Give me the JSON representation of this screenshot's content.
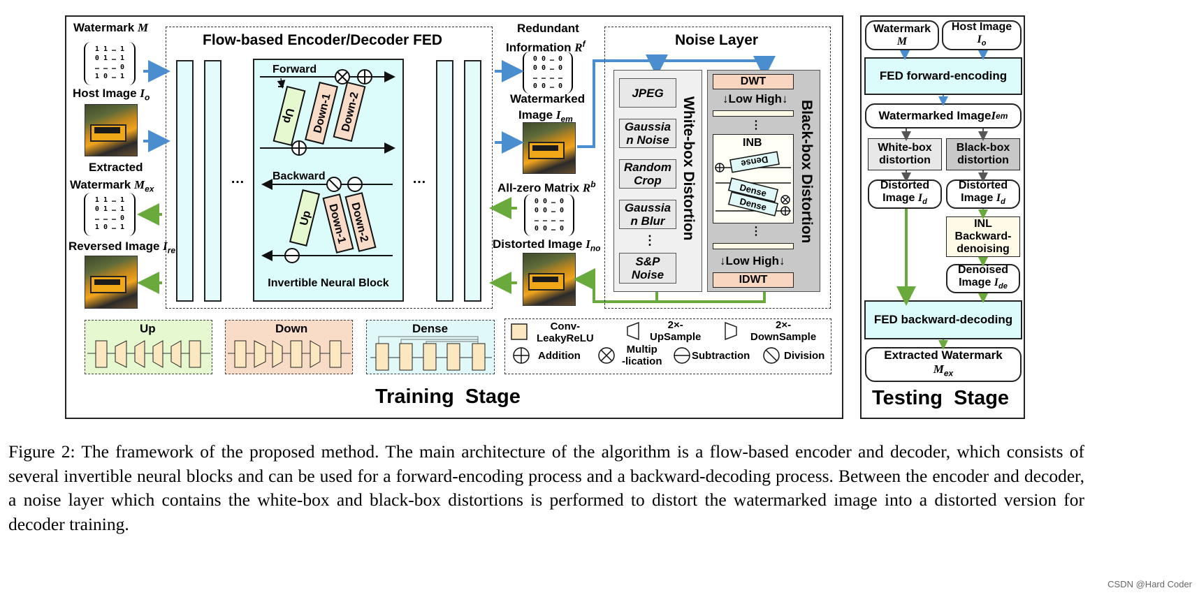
{
  "training": {
    "stage_title": "Training  Stage",
    "fed_title": "Flow-based Encoder/Decoder FED",
    "noise_title": "Noise Layer",
    "watermark_label": "Watermark ",
    "watermark_sym": "M",
    "host_label": "Host Image ",
    "host_sym": "I",
    "host_sub": "o",
    "extracted_label1": "Extracted",
    "extracted_label2": "Watermark ",
    "extracted_sym": "M",
    "extracted_sub": "ex",
    "reversed_label": "Reversed Image ",
    "reversed_sym": "I",
    "reversed_sub": "re",
    "matrix_binary": "1 1 … 1\n0 1 … 1\n… … … 0\n1 0 … 1",
    "matrix_zero": "0 0 … 0\n0 0 … 0\n… … … …\n0 0 … 0",
    "redundant_label1": "Redundant",
    "redundant_label2": "Information ",
    "redundant_sym": "R",
    "redundant_sup": "f",
    "watermarked_label1": "Watermarked",
    "watermarked_label2": "Image ",
    "watermarked_sym": "I",
    "watermarked_sub": "em",
    "allzero_label": "All-zero Matrix ",
    "allzero_sym": "R",
    "allzero_sup": "b",
    "distorted_label": "Distorted Image ",
    "distorted_sym": "I",
    "distorted_sub": "no",
    "ellipsis": "…",
    "inn": {
      "forward": "Forward",
      "backward": "Backward",
      "up": "Up",
      "down1": "Down-1",
      "down2": "Down-2",
      "caption": "Invertible Neural Block"
    },
    "whitebox": {
      "title": "White-box Distortion",
      "items": [
        "JPEG",
        "Gaussia\nn Noise",
        "Random\nCrop",
        "Gaussia\nn Blur",
        "⋮",
        "S&P\nNoise"
      ]
    },
    "blackbox": {
      "title": "Black-box Distortion",
      "dwt": "DWT",
      "idwt": "IDWT",
      "low_high": "Low High",
      "low_high2": "Low  High",
      "inb": "INB",
      "dense": "Dense"
    },
    "legend": {
      "up": "Up",
      "down": "Down",
      "dense": "Dense",
      "conv": "Conv-\nLeakyReLU",
      "upsample": "2×-\nUpSample",
      "downsample": "2×-\nDownSample",
      "addition": "Addition",
      "multiplication": "Multip\n-lication",
      "subtraction": "Subtraction",
      "division": "Division"
    }
  },
  "testing": {
    "stage_title": "Testing  Stage",
    "watermark": "Watermark",
    "watermark_sym": "M",
    "host": "Host Image",
    "host_sym": "I",
    "host_sub": "o",
    "fed_forward": "FED forward-encoding",
    "watermarked": "Watermarked Image ",
    "watermarked_sym": "I",
    "watermarked_sub": "em",
    "whitebox": "White-box\ndistortion",
    "blackbox": "Black-box\ndistortion",
    "distorted": "Distorted\nImage ",
    "distorted_sym": "I",
    "distorted_sub": "d",
    "inl": "INL\nBackward-\ndenoising",
    "denoised": "Denoised\nImage ",
    "denoised_sym": "I",
    "denoised_sub": "de",
    "fed_backward": "FED backward-decoding",
    "extracted": "Extracted Watermark",
    "extracted_sym": "M",
    "extracted_sub": "ex"
  },
  "caption": "Figure 2: The framework of the proposed method. The main architecture of the algorithm is a flow-based encoder and decoder, which consists of several invertible neural blocks and can be used for a forward-encoding process and a backward-decoding process. Between the encoder and decoder, a noise layer which contains the white-box and black-box distortions is performed to distort the watermarked image into a distorted version for decoder training.",
  "credit": "CSDN @Hard Coder",
  "colors": {
    "blue_arrow": "#4a8ed0",
    "green_arrow": "#6aaa3c",
    "inn_bg": "#dcfbfb",
    "up_bg": "#e6f8d0",
    "down_bg": "#f9dcc8",
    "conv_bg": "#fbe8c0",
    "dwt_bg": "#f9d6c0"
  }
}
